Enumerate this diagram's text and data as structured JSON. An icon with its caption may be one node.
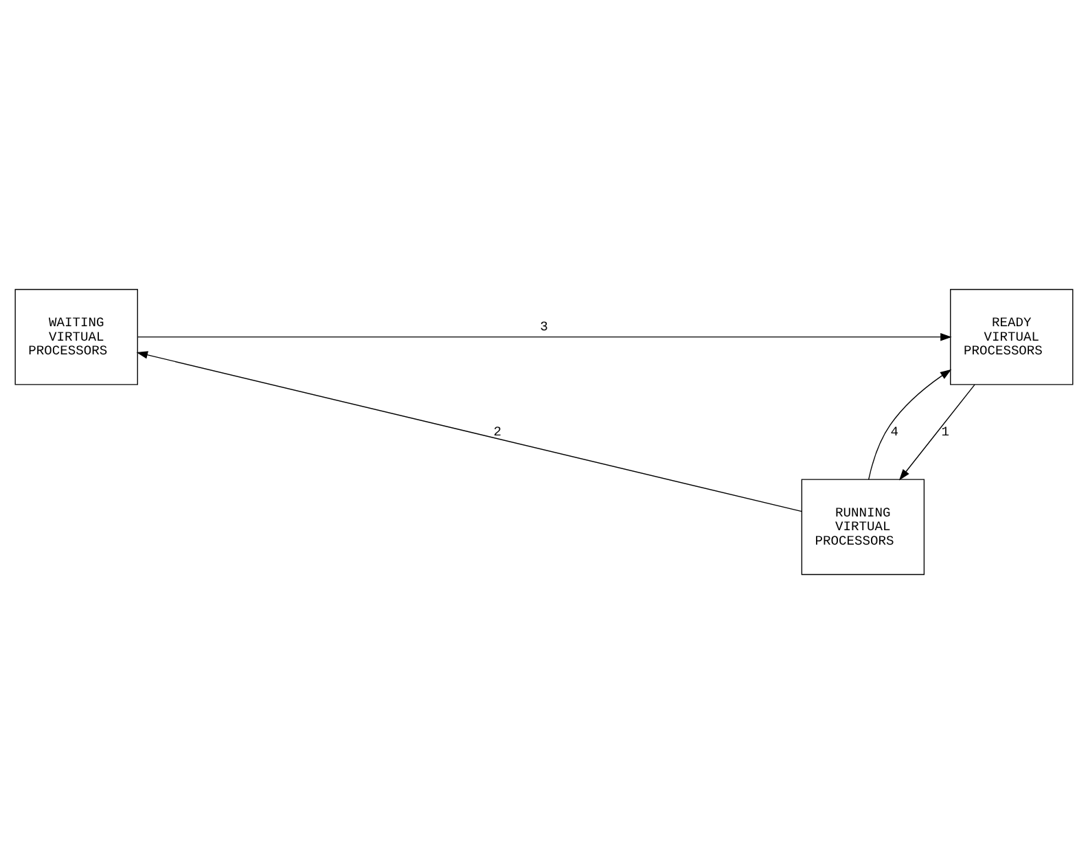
{
  "diagram": {
    "nodes": [
      {
        "text": [
          "READY VIRTUAL PROCESSORS"
        ]
      },
      {
        "text": [
          "WAITING VIRTUAL PROCESSORS"
        ]
      },
      {
        "text": [
          "RUNNING VIRTUAL PROCESSORS"
        ]
      }
    ],
    "edges": [
      {
        "from": 0,
        "to": 2,
        "arrow": "to",
        "label": "1"
      },
      {
        "from": 2,
        "to": 1,
        "arrow": "to",
        "label": "2"
      },
      {
        "from": 1,
        "to": 0,
        "arrow": "to",
        "label": "3"
      },
      {
        "from": 2,
        "to": 0,
        "arrow": "to",
        "label": "4"
      }
    ]
  }
}
